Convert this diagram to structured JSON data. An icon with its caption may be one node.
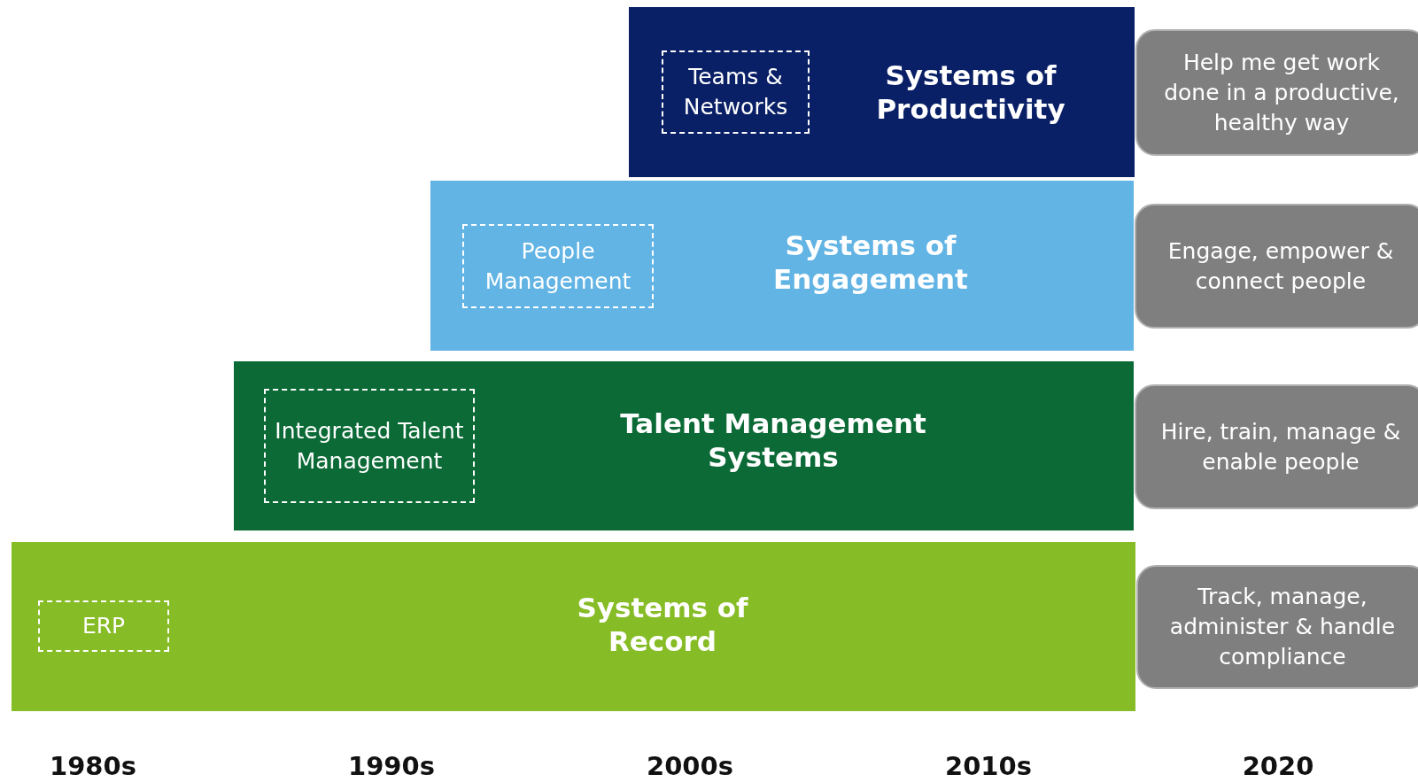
{
  "diagram": {
    "nodes": [
      {
        "text": [
          "Systems of Productivity"
        ]
      },
      {
        "text": [
          "Teams & Networks"
        ],
        "in": 0
      },
      {
        "text": [
          "Help me get work done in a productive, healthy way"
        ]
      },
      {
        "text": [
          "Systems of Engagement"
        ]
      },
      {
        "text": [
          "People Management"
        ],
        "in": 3
      },
      {
        "text": [
          "Engage, empower & connect people"
        ]
      },
      {
        "text": [
          "Talent Management Systems"
        ]
      },
      {
        "text": [
          "Integrated Talent Management"
        ],
        "in": 6
      },
      {
        "text": [
          "Hire, train, manage & enable people"
        ]
      },
      {
        "text": [
          "Systems of Record"
        ]
      },
      {
        "text": [
          "ERP"
        ],
        "in": 9
      },
      {
        "text": [
          "Track, manage, administer & handle compliance"
        ]
      }
    ],
    "labels": [
      "1980s",
      "1990s",
      "2000s",
      "2010s",
      "2020"
    ]
  }
}
